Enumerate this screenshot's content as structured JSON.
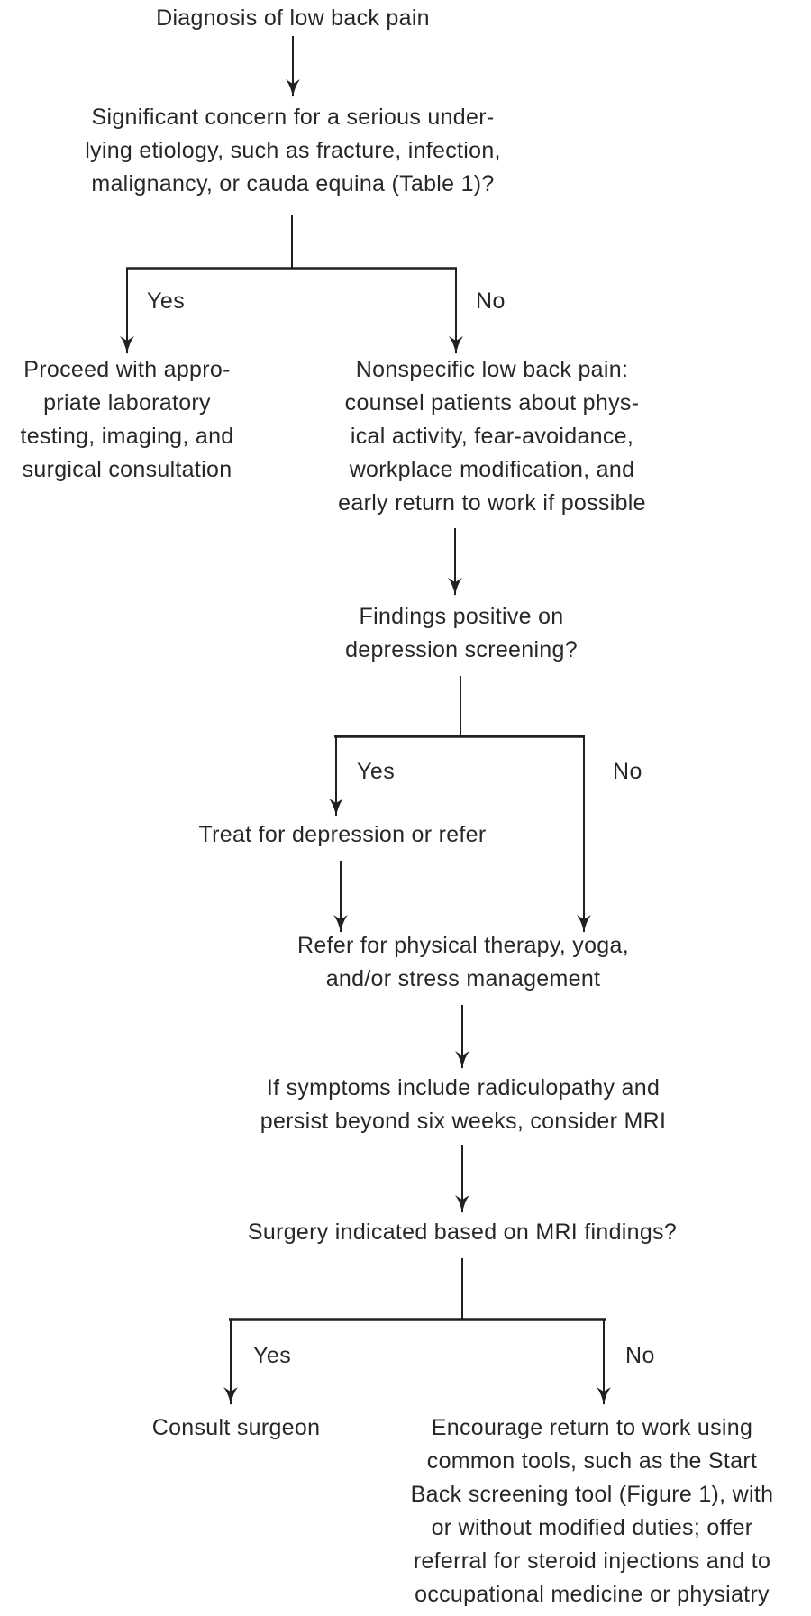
{
  "page": {
    "background_color": "#ffffff",
    "text_color": "#2a2627",
    "line_color": "#231f20"
  },
  "labels": {
    "yes": "Yes",
    "no": "No"
  },
  "flowchart": {
    "title": "Diagnosis of low back pain",
    "nodes": {
      "serious_etiology_question": "Significant concern for a serious under-\nlying etiology, such as fracture, infection,\nmalignancy, or cauda equina (Table 1)?",
      "proceed_workup": "Proceed with appro-\npriate laboratory\ntesting, imaging, and\nsurgical consultation",
      "nonspecific_counseling": "Nonspecific low back pain:\ncounsel patients about phys-\nical activity, fear-avoidance,\nworkplace modification, and\nearly return to work if possible",
      "depression_screening_question": "Findings positive on\ndepression screening?",
      "treat_depression": "Treat for depression or refer",
      "refer_therapy": "Refer for physical therapy, yoga,\nand/or stress management",
      "consider_mri": "If symptoms include radiculopathy and\npersist beyond six weeks, consider MRI",
      "surgery_question": "Surgery indicated based on MRI findings?",
      "consult_surgeon": "Consult surgeon",
      "encourage_return_to_work": "Encourage return to work using\ncommon tools, such as the Start\nBack screening tool (Figure 1), with\nor without modified duties; offer\nreferral for steroid injections and to\noccupational medicine or physiatry"
    }
  }
}
